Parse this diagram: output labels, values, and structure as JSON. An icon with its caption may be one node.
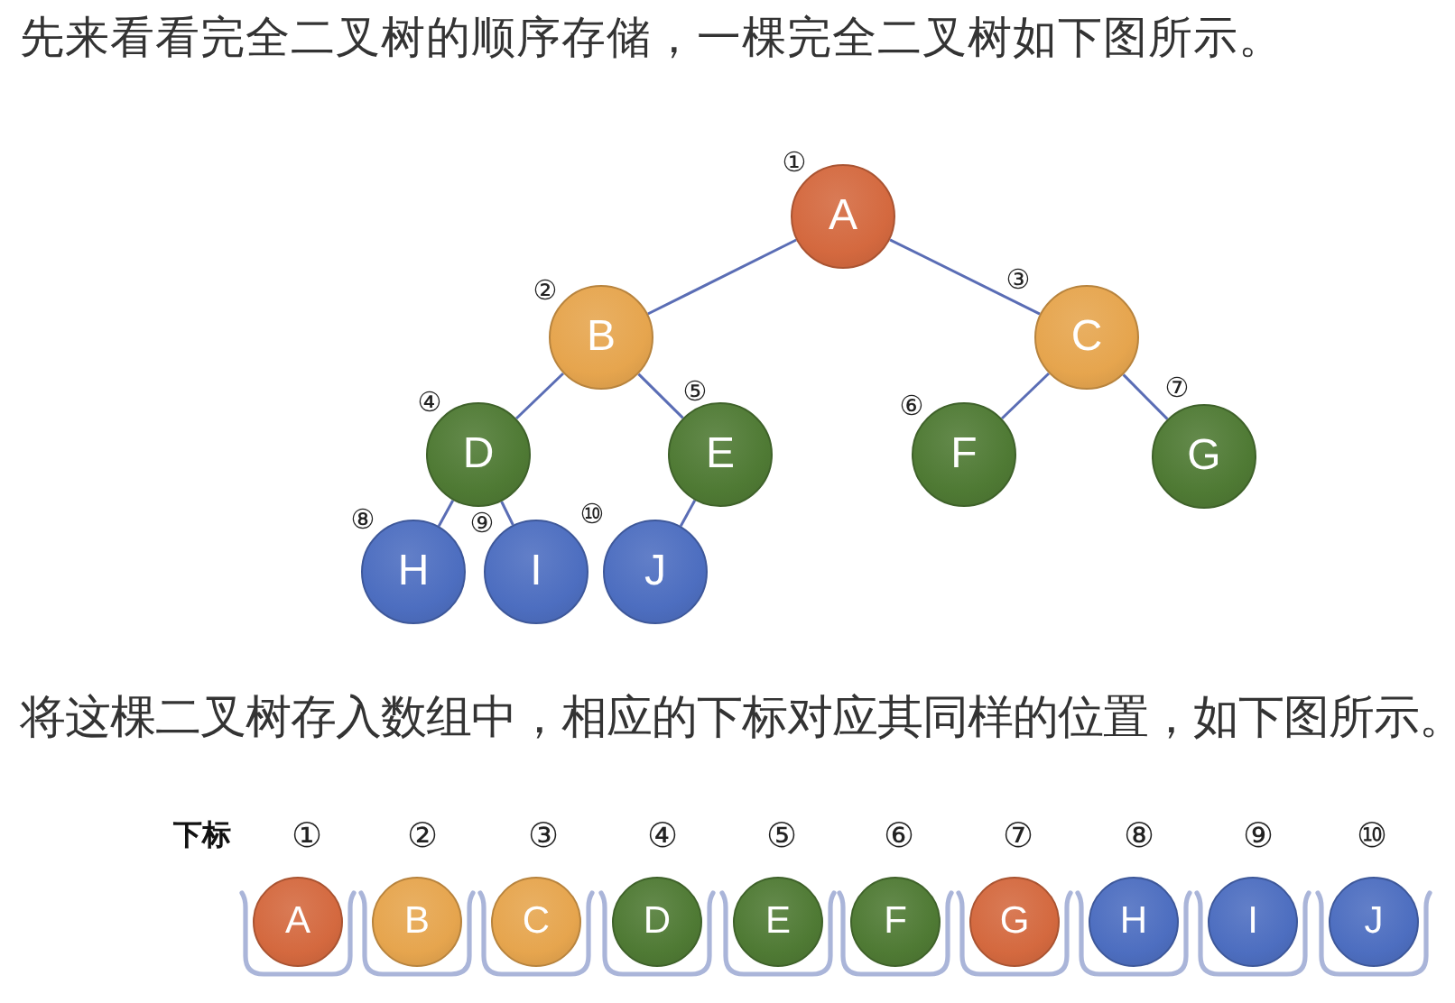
{
  "diagram": {
    "nodes": [
      {
        "text": [
          "A"
        ],
        "beside": [
          "①"
        ]
      },
      {
        "text": [
          "B"
        ],
        "beside": [
          "②"
        ]
      },
      {
        "text": [
          "C"
        ],
        "beside": [
          "③"
        ]
      },
      {
        "text": [
          "D"
        ],
        "beside": [
          "④"
        ]
      },
      {
        "text": [
          "E"
        ],
        "beside": [
          "⑤"
        ]
      },
      {
        "text": [
          "F"
        ],
        "beside": [
          "⑥"
        ]
      },
      {
        "text": [
          "G"
        ],
        "beside": [
          "⑦"
        ]
      },
      {
        "text": [
          "H"
        ],
        "beside": [
          "⑧"
        ]
      },
      {
        "text": [
          "I"
        ],
        "beside": [
          "⑨"
        ]
      },
      {
        "text": [
          "J"
        ],
        "beside": [
          "⑩"
        ]
      },
      {
        "text": [
          "A"
        ],
        "beside": [
          "①"
        ]
      },
      {
        "text": [
          "B"
        ],
        "beside": [
          "②"
        ]
      },
      {
        "text": [
          "C"
        ],
        "beside": [
          "③"
        ]
      },
      {
        "text": [
          "D"
        ],
        "beside": [
          "④"
        ]
      },
      {
        "text": [
          "E"
        ],
        "beside": [
          "⑤"
        ]
      },
      {
        "text": [
          "F"
        ],
        "beside": [
          "⑥"
        ]
      },
      {
        "text": [
          "G"
        ],
        "beside": [
          "⑦"
        ]
      },
      {
        "text": [
          "H"
        ],
        "beside": [
          "⑧"
        ]
      },
      {
        "text": [
          "I"
        ],
        "beside": [
          "⑨"
        ]
      },
      {
        "text": [
          "J"
        ],
        "beside": [
          "⑩"
        ]
      }
    ],
    "edges": [
      {
        "from": 0,
        "to": 1,
        "arrow": "none"
      },
      {
        "from": 0,
        "to": 2,
        "arrow": "none"
      },
      {
        "from": 1,
        "to": 3,
        "arrow": "none"
      },
      {
        "from": 1,
        "to": 4,
        "arrow": "none"
      },
      {
        "from": 2,
        "to": 5,
        "arrow": "none"
      },
      {
        "from": 2,
        "to": 6,
        "arrow": "none"
      },
      {
        "from": 3,
        "to": 7,
        "arrow": "none"
      },
      {
        "from": 3,
        "to": 8,
        "arrow": "none"
      },
      {
        "from": 4,
        "to": 9,
        "arrow": "none"
      }
    ],
    "labels": [
      "先来看看完全二叉树的顺序存储，一棵完全二叉树如下图所示。",
      "将这棵二叉树存入数组中，相应的下标对应其同样的位置，如下图所示。",
      "下标"
    ]
  }
}
